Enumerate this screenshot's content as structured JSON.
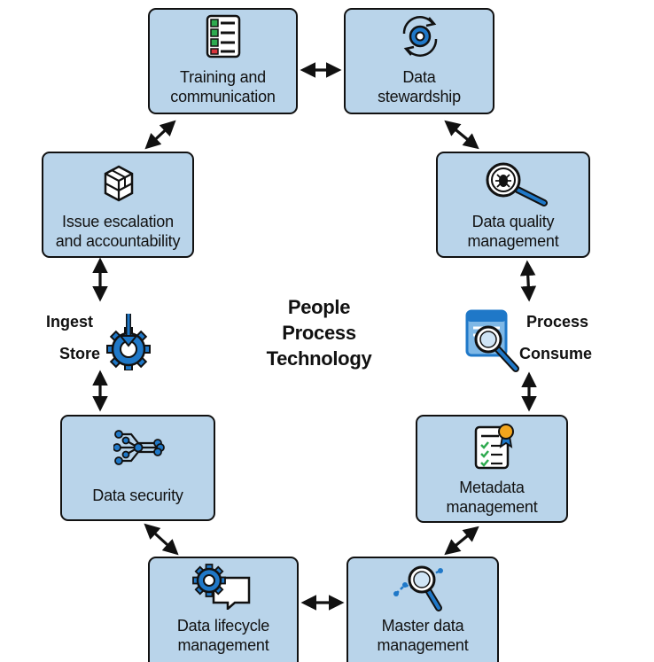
{
  "center": {
    "line1": "People",
    "line2": "Process",
    "line3": "Technology"
  },
  "left_connector": {
    "top": "Ingest",
    "bottom": "Store",
    "icon": "gear-arrow-icon"
  },
  "right_connector": {
    "top": "Process",
    "bottom": "Consume",
    "icon": "document-search-icon"
  },
  "boxes": {
    "training": {
      "line1": "Training and",
      "line2": "communication",
      "icon": "checklist-icon"
    },
    "stewardship": {
      "line1": "Data",
      "line2": "stewardship",
      "icon": "gear-cycle-icon"
    },
    "issue": {
      "line1": "Issue escalation",
      "line2": "and accountability",
      "icon": "cube-stack-icon"
    },
    "quality": {
      "line1": "Data quality",
      "line2": "management",
      "icon": "magnifier-bug-icon"
    },
    "security": {
      "line1": "Data security",
      "icon": "network-nodes-icon"
    },
    "metadata": {
      "line1": "Metadata",
      "line2": "management",
      "icon": "certificate-icon"
    },
    "lifecycle": {
      "line1": "Data lifecycle",
      "line2": "management",
      "icon": "gear-chat-icon"
    },
    "master": {
      "line1": "Master data",
      "line2": "management",
      "icon": "magnifier-chart-icon"
    }
  },
  "colors": {
    "box_fill": "#b9d4ea",
    "border": "#111111",
    "accent_blue": "#1f78c8"
  }
}
